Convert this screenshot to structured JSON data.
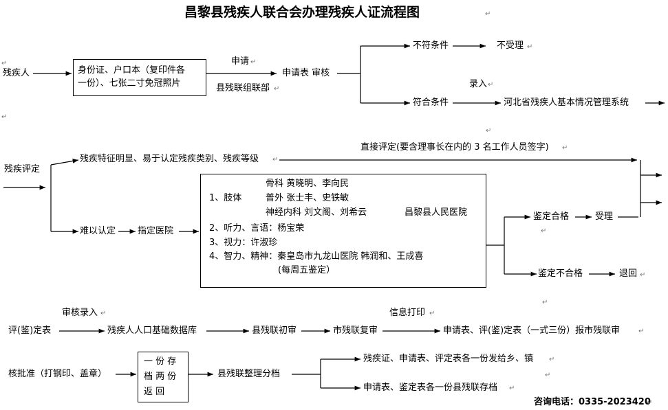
{
  "title": "昌黎县残疾人联合会办理残疾人证流程图",
  "para_mark": "↵",
  "sec1": {
    "start": "残疾人",
    "docs_line1": "身份证、户口本（复印件各",
    "docs_line2": "一份）、七张二寸免冠照片",
    "apply": "申请",
    "dept": "县残联组联部",
    "review": "申请表 审核",
    "not_meet": "不符条件",
    "not_accepted": "不受理",
    "meet": "符合条件",
    "enter": "录入",
    "system": "河北省残疾人基本情况管理系统"
  },
  "sec2": {
    "assess": "残疾评定",
    "obvious": "残疾特征明显、易于认定残疾类别、残疾等级",
    "direct": "直接评定(要含理事长在内的 3 名工作人员签字)",
    "hard": "难以认定",
    "hospital": "指定医院",
    "limb_label": "1、肢体",
    "ortho": "骨科    黄晓明、李向民",
    "neuro_surg": "普外    张士丰、史铁敏",
    "neuro_med": "神经内科   刘文阁、刘希云",
    "county_hospital": "昌黎县人民医院",
    "hearing": "2、听力、言语：杨宝荣",
    "vision": "3、视力：许淑珍",
    "mental": "4、智力、精神：秦皇岛市九龙山医院      韩润和、王成喜",
    "weekly": "(每周五鉴定）",
    "pass": "鉴定合格",
    "accept": "受理",
    "fail": "鉴定不合格",
    "return": "退回"
  },
  "sec3": {
    "review_enter": "审核录入",
    "info_print": "信息打印",
    "form": "评(鉴)定表",
    "database": "残疾人人口基础数据库",
    "county_first": "县残联初审",
    "city_review": "市残联复审",
    "report": "申请表、评(鉴)定表（一式三份）报市残联审",
    "approve": "核批准（打钢印、盖章）",
    "archive_line1": "一 份 存",
    "archive_line2": "档 两 份",
    "archive_line3": "返   回",
    "file": "县残联整理分档",
    "distribute": "残疾证、申请表、评定表各一份发给乡、镇",
    "store": "申请表、鉴定表各一份县残联存档",
    "phone": "咨询电话：0335-2023420"
  }
}
